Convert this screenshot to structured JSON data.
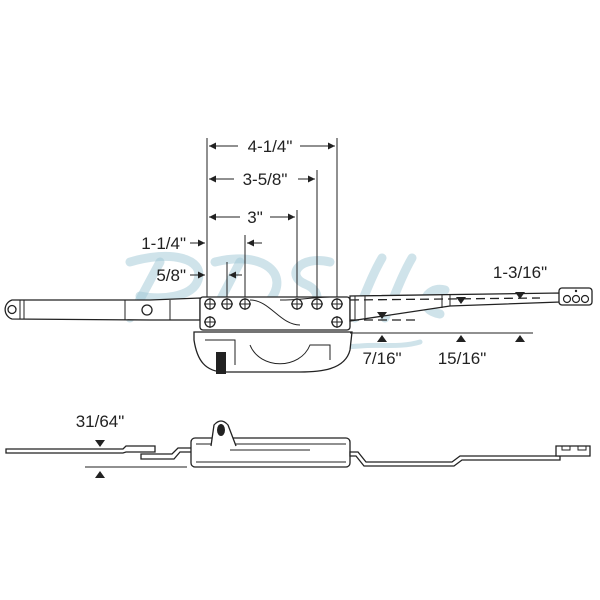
{
  "diagram": {
    "watermark": "PDS llc",
    "dimensions": {
      "overall_span": "4-1/4\"",
      "span_2": "3-5/8\"",
      "span_3": "3\"",
      "left_offset_1": "1-1/4\"",
      "left_offset_2": "5/8\"",
      "arm_height": "1-3/16\"",
      "offset_a": "7/16\"",
      "offset_b": "15/16\"",
      "profile_height": "31/64\""
    }
  }
}
